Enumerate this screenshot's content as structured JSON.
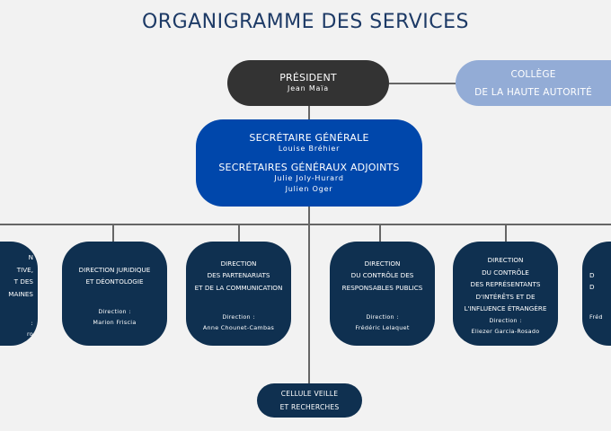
{
  "title": "ORGANIGRAMME DES SERVICES",
  "colors": {
    "title": "#1d3a66",
    "president": "#333333",
    "college": "#93acd6",
    "secretariat": "#0047ab",
    "direction": "#0f3050"
  },
  "president": {
    "title": "PRÉSIDENT",
    "name": "Jean Maïa"
  },
  "college": {
    "line1": "COLLÈGE",
    "line2": "DE LA HAUTE AUTORITÉ"
  },
  "secretariat": {
    "sg_title": "SECRÉTAIRE GÉNÉRALE",
    "sg_name": "Louise Bréhier",
    "sga_title": "SECRÉTAIRES GÉNÉRAUX ADJOINTS",
    "sga_names": [
      "Julie Joly-Hurard",
      "Julien Oger"
    ]
  },
  "directions": [
    {
      "lines": [
        "N",
        "TIVE,",
        "T DES",
        "MAINES"
      ],
      "role": ":",
      "name": "ro"
    },
    {
      "lines": [
        "DIRECTION JURIDIQUE",
        "ET DÉONTOLOGIE"
      ],
      "role": "Direction :",
      "name": "Marion Friscia"
    },
    {
      "lines": [
        "DIRECTION",
        "DES PARTENARIATS",
        "ET DE LA COMMUNICATION"
      ],
      "role": "Direction :",
      "name": "Anne Chounet-Cambas"
    },
    {
      "lines": [
        "DIRECTION",
        "DU CONTRÔLE DES",
        "RESPONSABLES PUBLICS"
      ],
      "role": "Direction :",
      "name": "Frédéric Lelaquet"
    },
    {
      "lines": [
        "DIRECTION",
        "DU CONTRÔLE",
        "DES REPRÉSENTANTS",
        "D'INTÉRÊTS ET DE",
        "L'INFLUENCE ÉTRANGÈRE"
      ],
      "role": "Direction :",
      "name": "Eliezer Garcia-Rosado"
    },
    {
      "lines": [
        "D",
        "D"
      ],
      "role": "",
      "name": "Fréd"
    }
  ],
  "cellule": {
    "line1": "CELLULE VEILLE",
    "line2": "ET RECHERCHES"
  }
}
